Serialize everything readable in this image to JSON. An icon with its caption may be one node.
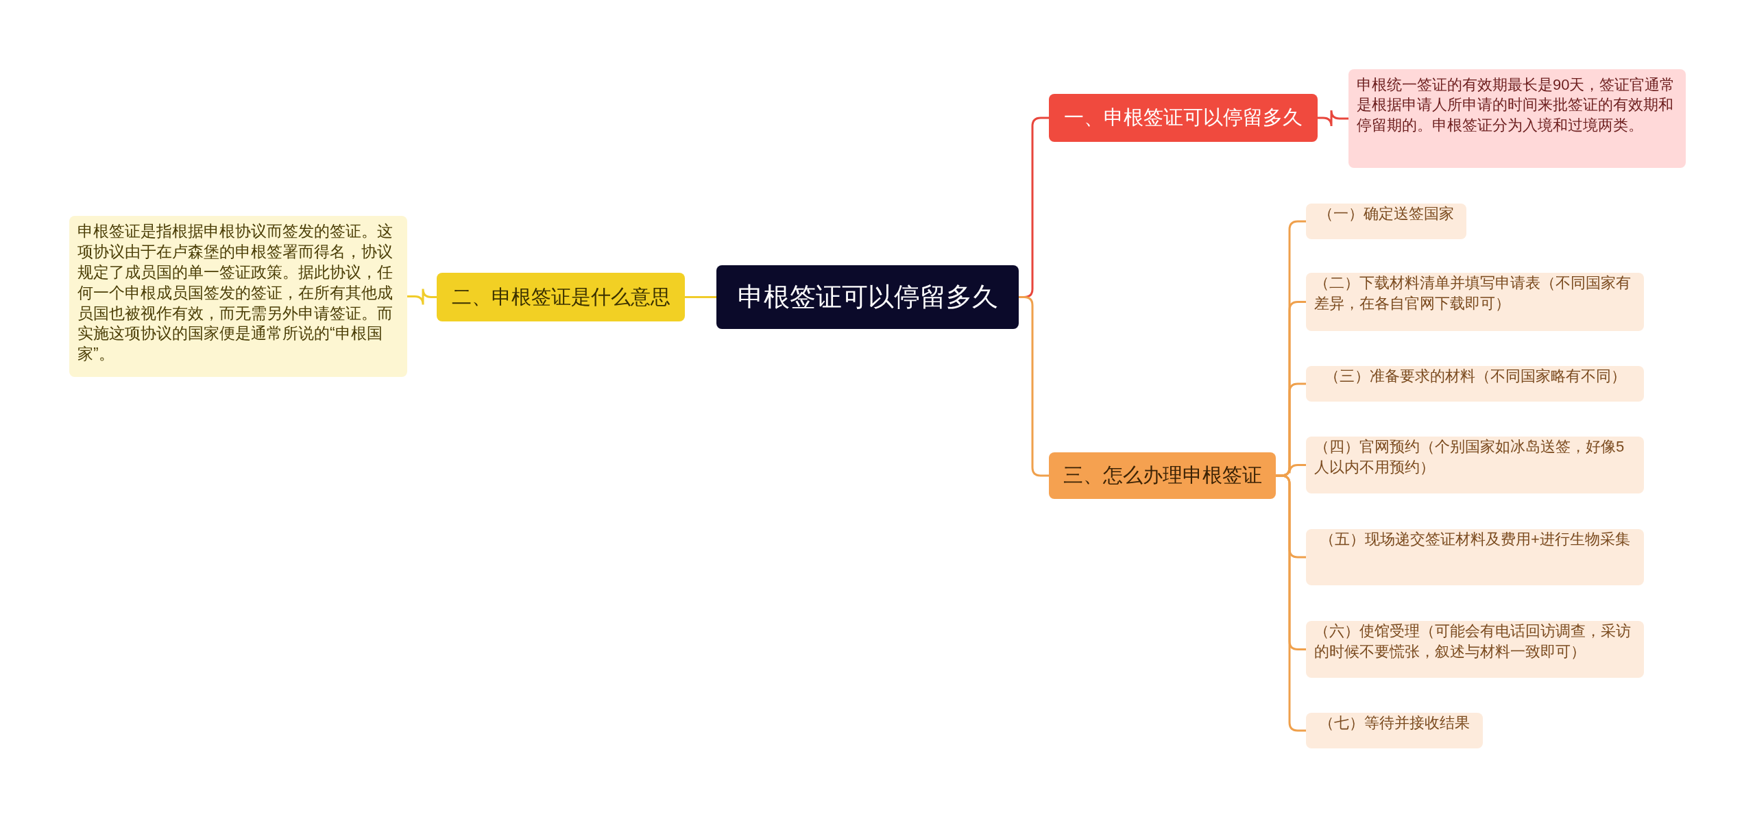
{
  "diagram": {
    "nodes": [
      {
        "text": [
          "申根签证可以停留多久"
        ]
      },
      {
        "text": [
          "一、申根签证可以停留多久"
        ]
      },
      {
        "text": [
          "申根统一签证的有效期最长是90天，签证官通常是根据申请人所申请的时间来批签证的有效期和停留期的。申根签证分为入境和过境两类。"
        ]
      },
      {
        "text": [
          "二、申根签证是什么意思"
        ]
      },
      {
        "text": [
          "申根签证是指根据申根协议而签发的签证。这项协议由于在卢森堡的申根签署而得名，协议规定了成员国的单一签证政策。据此协议，任何一个申根成员国签发的签证，在所有其他成员国也被视作有效，而无需另外申请签证。而实施这项协议的国家便是通常所说的“申根国家”。"
        ]
      },
      {
        "text": [
          "三、怎么办理申根签证"
        ]
      },
      {
        "text": [
          "（一）确定送签国家"
        ]
      },
      {
        "text": [
          "（二）下载材料清单并填写申请表（不同国家有差异，在各自官网下载即可）"
        ]
      },
      {
        "text": [
          "（三）准备要求的材料（不同国家略有不同）"
        ]
      },
      {
        "text": [
          "（四）官网预约（个别国家如冰岛送签，好像5人以内不用预约）"
        ]
      },
      {
        "text": [
          "（五）现场递交签证材料及费用+进行生物采集"
        ]
      },
      {
        "text": [
          "（六）使馆受理（可能会有电话回访调查，采访的时候不要慌张，叙述与材料一致即可）"
        ]
      },
      {
        "text": [
          "（七）等待并接收结果"
        ]
      }
    ],
    "edges": [
      {
        "from": 0,
        "to": 1,
        "arrow": "none",
        "color": "#e8463c"
      },
      {
        "from": 1,
        "to": 2,
        "arrow": "none",
        "color": "#e8463c"
      },
      {
        "from": 0,
        "to": 3,
        "arrow": "none",
        "color": "#f0cc2a"
      },
      {
        "from": 3,
        "to": 4,
        "arrow": "none",
        "color": "#f0cc2a"
      },
      {
        "from": 0,
        "to": 5,
        "arrow": "none",
        "color": "#efa04c"
      },
      {
        "from": 5,
        "to": 6,
        "arrow": "none",
        "color": "#efa04c"
      },
      {
        "from": 5,
        "to": 7,
        "arrow": "none",
        "color": "#efa04c"
      },
      {
        "from": 5,
        "to": 8,
        "arrow": "none",
        "color": "#efa04c"
      },
      {
        "from": 5,
        "to": 9,
        "arrow": "none",
        "color": "#efa04c"
      },
      {
        "from": 5,
        "to": 10,
        "arrow": "none",
        "color": "#efa04c"
      },
      {
        "from": 5,
        "to": 11,
        "arrow": "none",
        "color": "#efa04c"
      },
      {
        "from": 5,
        "to": 12,
        "arrow": "none",
        "color": "#efa04c"
      }
    ]
  }
}
